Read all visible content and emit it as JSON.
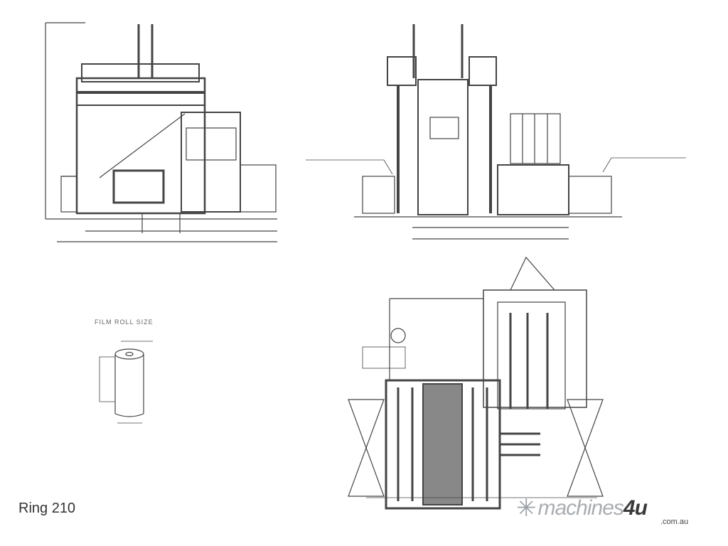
{
  "drawing": {
    "title": "Ring 210",
    "film_roll_label": "FILM ROLL SIZE"
  },
  "logo": {
    "main": "machines",
    "accent": "4u",
    "domain": ".com.au"
  },
  "colors": {
    "line": "#444444",
    "logo_gray": "#a9adb1",
    "logo_dark": "#3a3a3a"
  }
}
